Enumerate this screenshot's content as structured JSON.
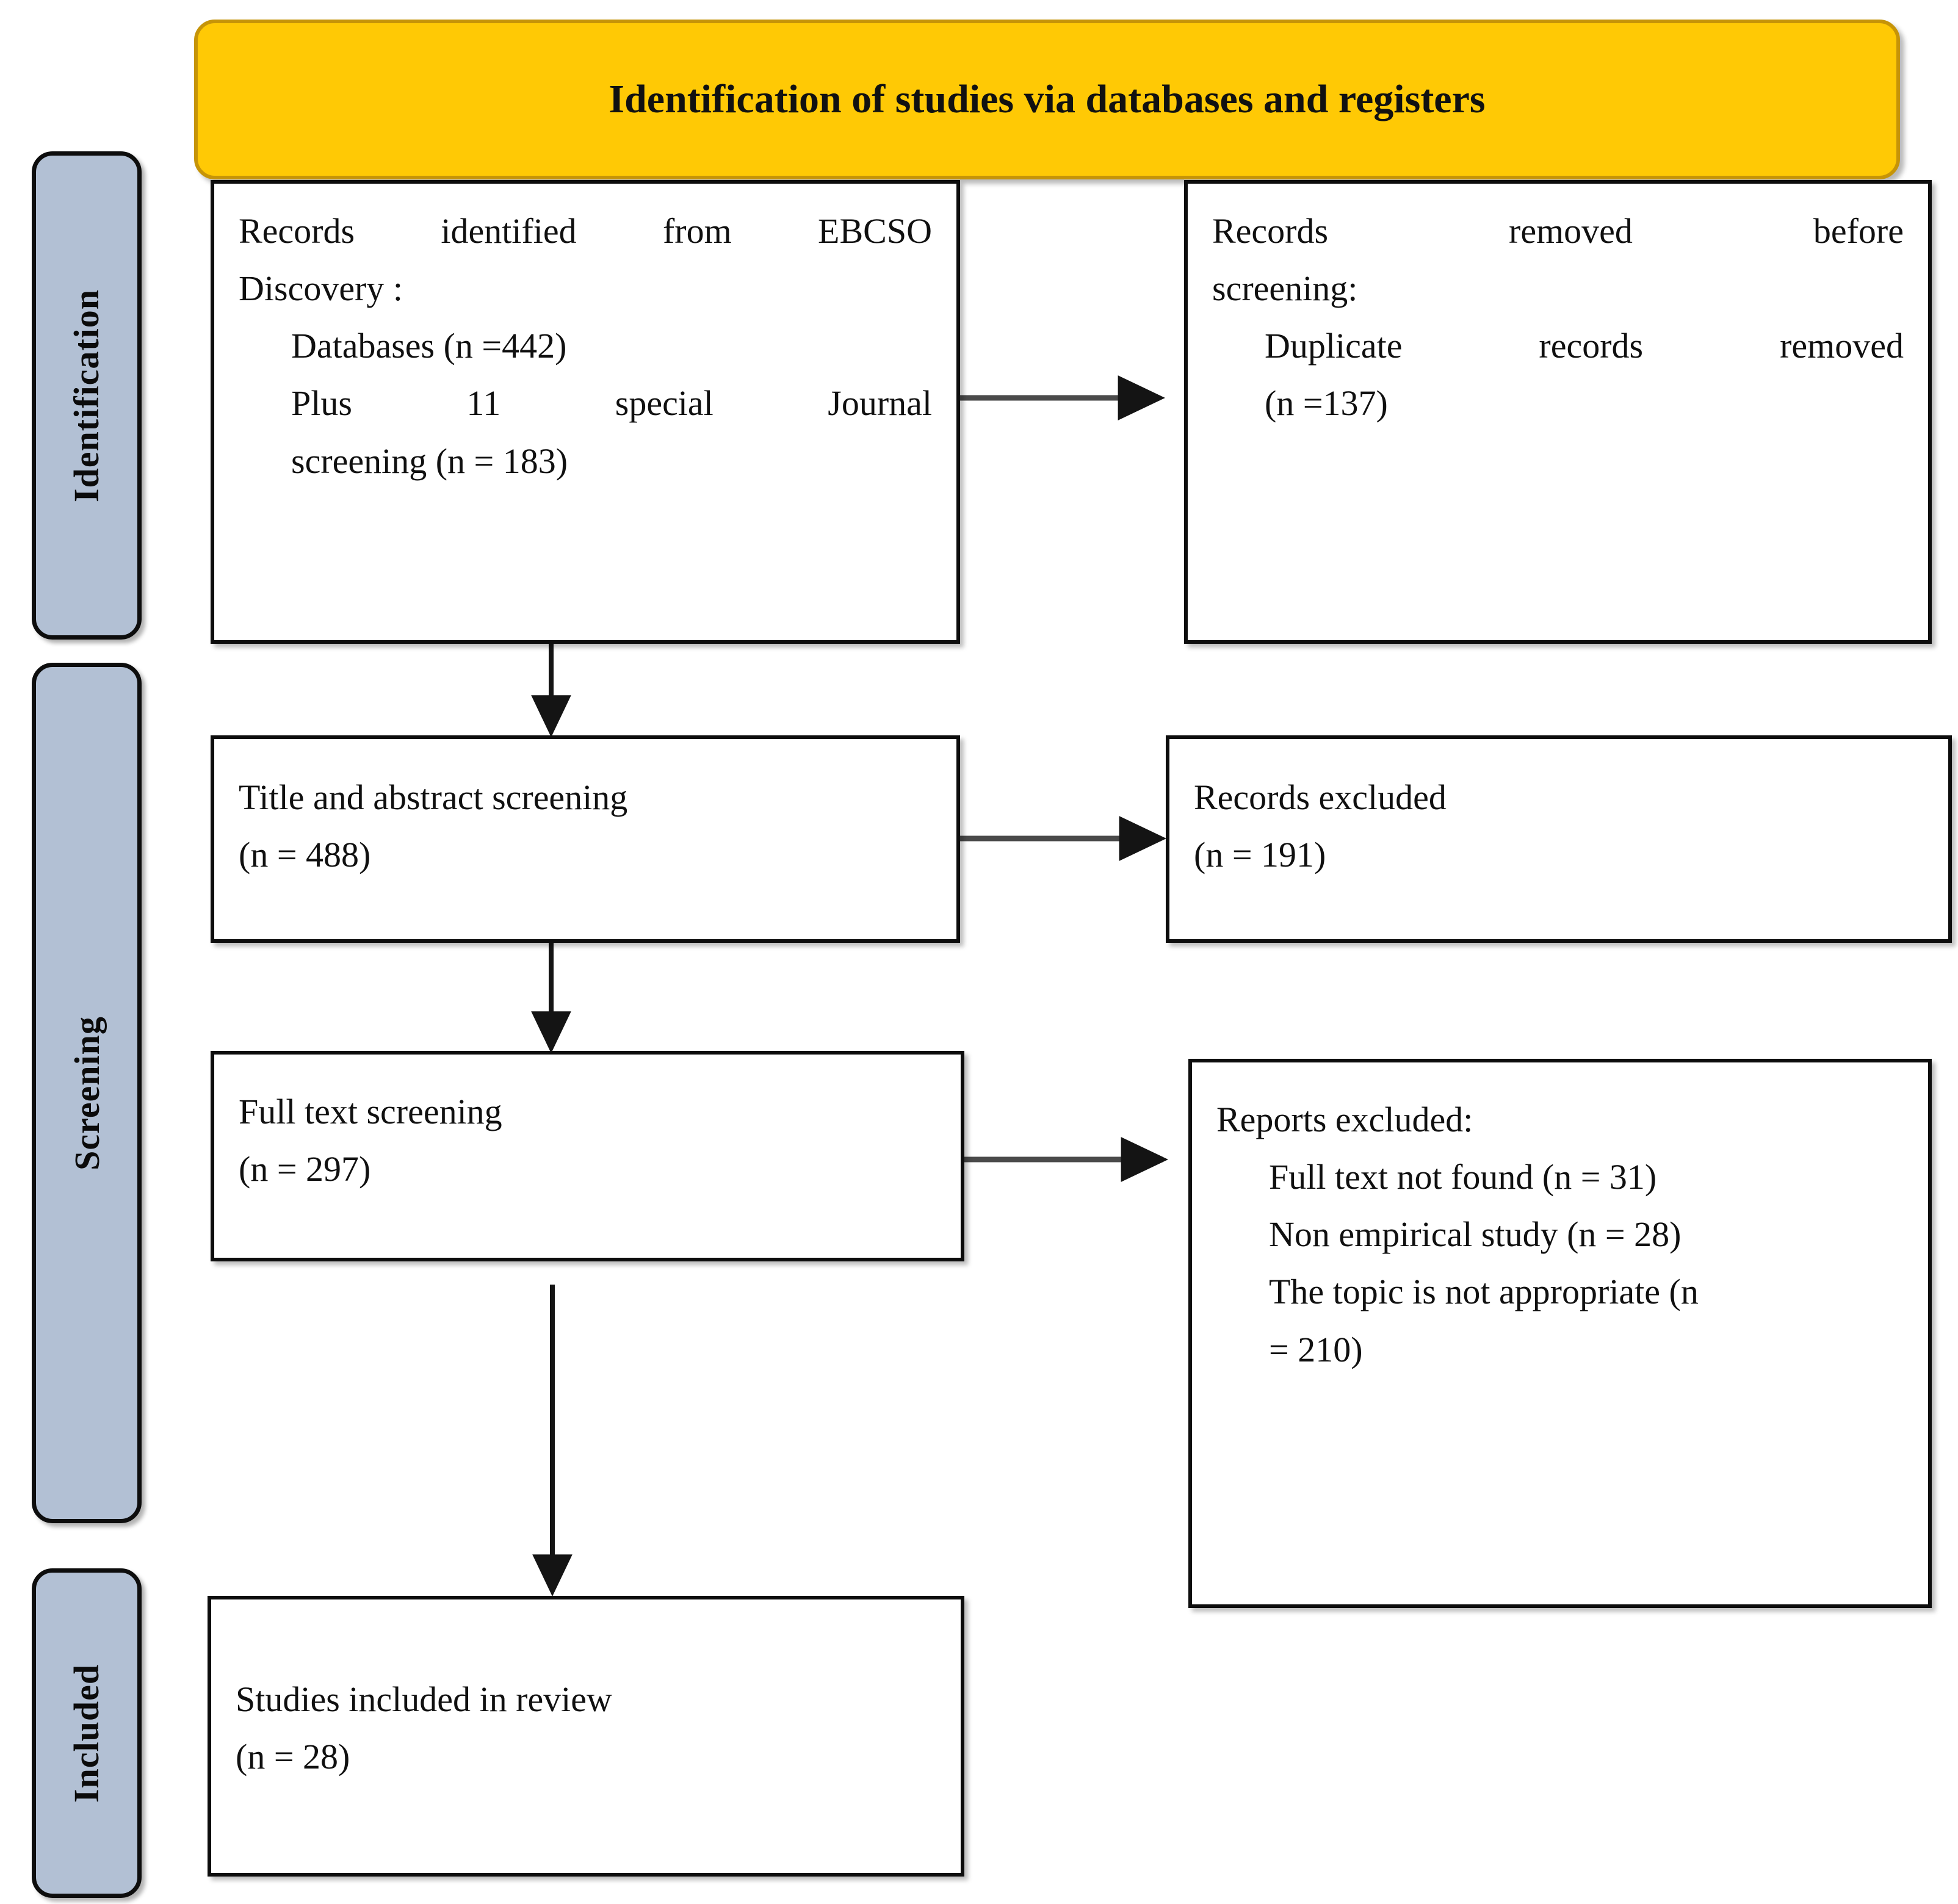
{
  "banner": {
    "title": "Identification of studies via databases and registers",
    "color": "#ffc905",
    "border_color": "#c69408"
  },
  "stages": [
    {
      "id": "identification",
      "label": "Identification",
      "color": "#b2c0d4"
    },
    {
      "id": "screening",
      "label": "Screening",
      "color": "#b2c0d4"
    },
    {
      "id": "included",
      "label": "Included",
      "color": "#b2c0d4"
    }
  ],
  "boxes": {
    "records_identified": {
      "line1": "Records identified from EBCSO",
      "line2": "Discovery :",
      "line3": "Databases (n =442)",
      "line4": "Plus 11 special Journal",
      "line5": "screening (n = 183)"
    },
    "records_removed": {
      "line1": "Records removed before",
      "line2": "screening:",
      "line3": "Duplicate records removed",
      "line4": "(n =137)"
    },
    "title_abstract_screening": {
      "line1": "Title and abstract screening",
      "line2": "(n = 488)"
    },
    "records_excluded": {
      "line1": "Records excluded",
      "line2": "(n = 191)"
    },
    "full_text_screening": {
      "line1": "Full text screening",
      "line2": "(n = 297)"
    },
    "reports_excluded": {
      "line1": "Reports excluded:",
      "line2": "Full text not found (n = 31)",
      "line3": "Non empirical study (n = 28)",
      "line4": "The topic is not appropriate (n",
      "line5": "= 210)"
    },
    "studies_included": {
      "line1": "Studies included in review",
      "line2": "(n = 28)"
    }
  },
  "chart_data": {
    "type": "diagram",
    "title": "Identification of studies via databases and registers",
    "diagram_kind": "PRISMA flow diagram",
    "stages": [
      "Identification",
      "Screening",
      "Included"
    ],
    "nodes": [
      {
        "id": "records_identified",
        "stage": "Identification",
        "label": "Records identified from EBCSO Discovery :",
        "databases_n": 442,
        "special_journal_screening_n": 183,
        "special_journals": 11
      },
      {
        "id": "records_removed",
        "stage": "Identification",
        "label": "Records removed before screening:",
        "duplicate_records_removed_n": 137
      },
      {
        "id": "title_abstract_screening",
        "stage": "Screening",
        "label": "Title and abstract screening",
        "n": 488
      },
      {
        "id": "records_excluded",
        "stage": "Screening",
        "label": "Records excluded",
        "n": 191
      },
      {
        "id": "full_text_screening",
        "stage": "Screening",
        "label": "Full text screening",
        "n": 297
      },
      {
        "id": "reports_excluded",
        "stage": "Screening",
        "label": "Reports excluded:",
        "full_text_not_found_n": 31,
        "non_empirical_study_n": 28,
        "topic_not_appropriate_n": 210
      },
      {
        "id": "studies_included",
        "stage": "Included",
        "label": "Studies included in review",
        "n": 28
      }
    ],
    "edges": [
      {
        "from": "records_identified",
        "to": "records_removed",
        "direction": "right"
      },
      {
        "from": "records_identified",
        "to": "title_abstract_screening",
        "direction": "down"
      },
      {
        "from": "title_abstract_screening",
        "to": "records_excluded",
        "direction": "right"
      },
      {
        "from": "title_abstract_screening",
        "to": "full_text_screening",
        "direction": "down"
      },
      {
        "from": "full_text_screening",
        "to": "reports_excluded",
        "direction": "right"
      },
      {
        "from": "full_text_screening",
        "to": "studies_included",
        "direction": "down"
      }
    ]
  }
}
